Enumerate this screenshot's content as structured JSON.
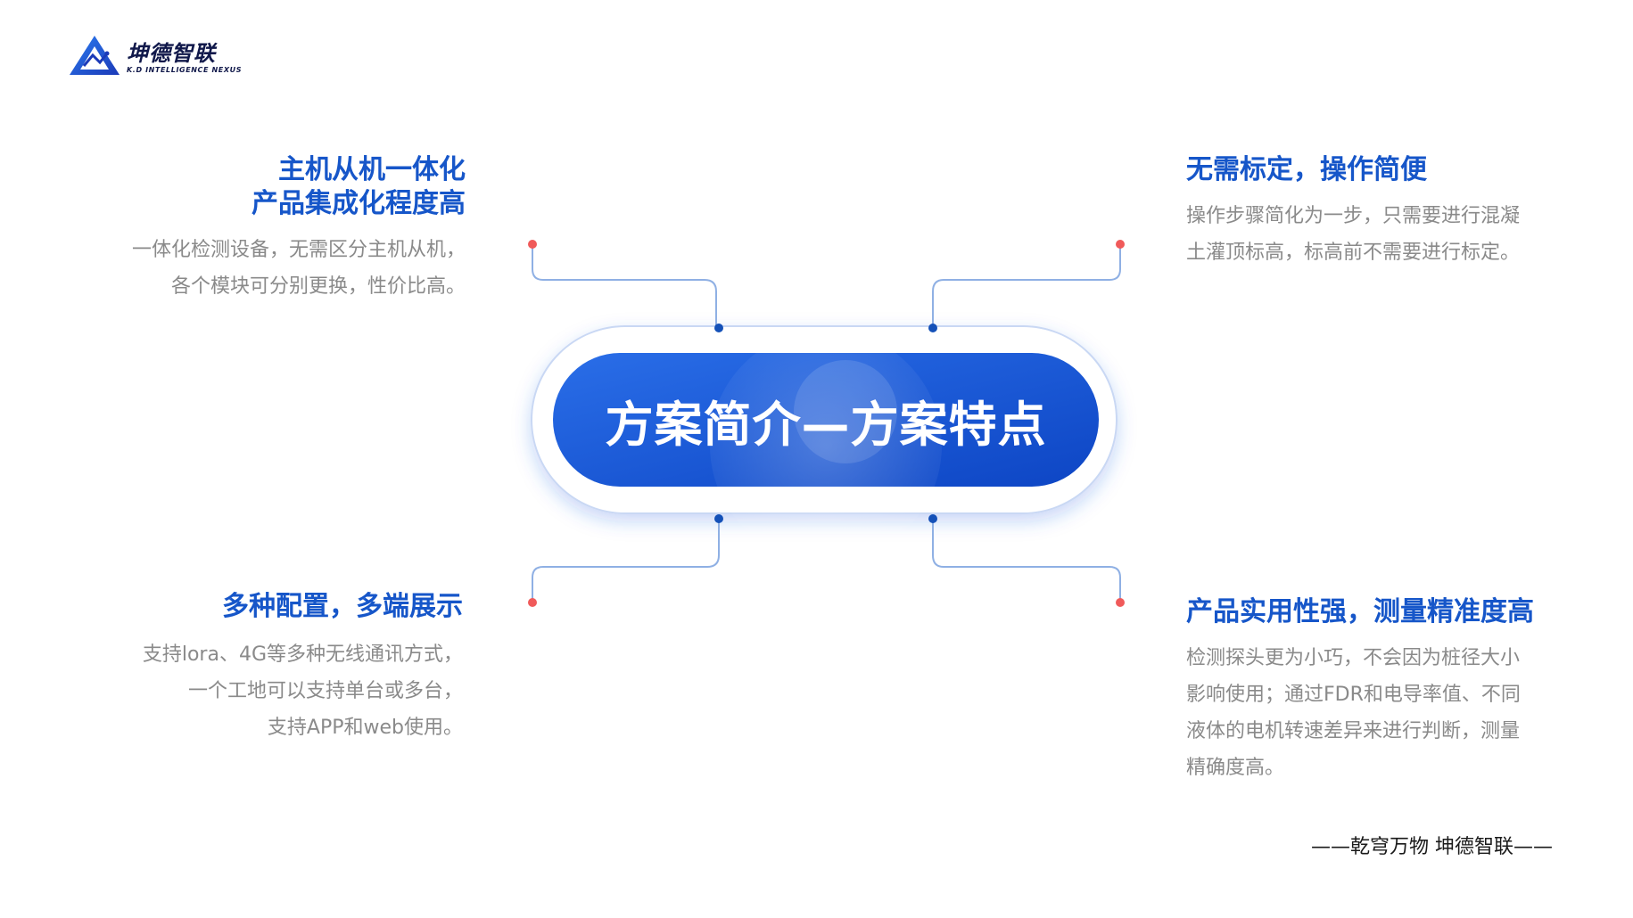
{
  "logo": {
    "name": "坤德智联",
    "tagline": "K.D INTELLIGENCE NEXUS"
  },
  "center": {
    "title": "方案简介—方案特点"
  },
  "features": {
    "top_left": {
      "heading_lines": [
        "主机从机一体化",
        "产品集成化程度高"
      ],
      "body_lines": [
        "一体化检测设备，无需区分主机从机，",
        "各个模块可分别更换，性价比高。"
      ]
    },
    "top_right": {
      "heading_lines": [
        "无需标定，操作简便"
      ],
      "body_lines": [
        "操作步骤简化为一步，只需要进行混凝",
        "土灌顶标高，标高前不需要进行标定。"
      ]
    },
    "bottom_left": {
      "heading_lines": [
        "多种配置，多端展示"
      ],
      "body_lines": [
        "支持lora、4G等多种无线通讯方式，",
        "一个工地可以支持单台或多台，",
        "支持APP和web使用。"
      ]
    },
    "bottom_right": {
      "heading_lines": [
        "产品实用性强，测量精准度高"
      ],
      "body_lines": [
        "检测探头更为小巧，不会因为桩径大小",
        "影响使用；通过FDR和电导率值、不同",
        "液体的电机转速差异来进行判断，测量",
        "精确度高。"
      ]
    }
  },
  "footer": {
    "slogan": "——乾穹万物 坤德智联——"
  },
  "colors": {
    "accent_blue": "#1656c9",
    "pill_blue": "#1a5fe0",
    "dot_blue": "#1451b8",
    "dot_red": "#f05a5a",
    "body_gray": "#8a8a8a"
  }
}
